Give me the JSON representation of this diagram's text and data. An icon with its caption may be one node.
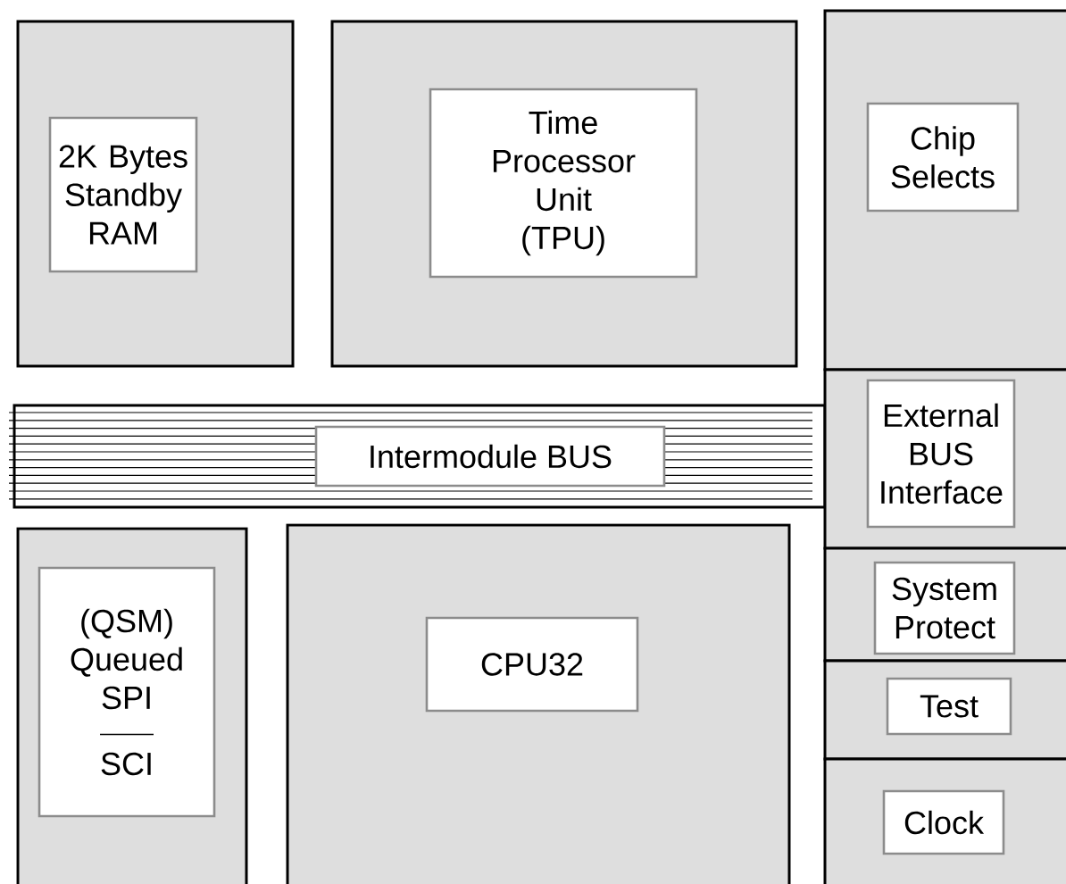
{
  "diagram": {
    "nodes": [
      {
        "text": [],
        "shape": "box"
      },
      {
        "text": [
          "2K Bytes Standby RAM"
        ],
        "in": 0
      },
      {
        "text": [],
        "shape": "box"
      },
      {
        "text": [
          "Time Processor Unit (TPU)"
        ],
        "in": 2
      },
      {
        "text": [],
        "shape": "box"
      },
      {
        "text": [
          "Chip Selects"
        ],
        "in": 4
      },
      {
        "text": [],
        "shape": "bar"
      },
      {
        "text": [
          "Intermodule BUS"
        ],
        "in": 6
      },
      {
        "text": [],
        "shape": "box"
      },
      {
        "text": [
          "External BUS Interface"
        ],
        "in": 8
      },
      {
        "text": [],
        "shape": "box"
      },
      {
        "text": [
          "(QSM) Queued SPI",
          "SCI"
        ],
        "in": 10
      },
      {
        "text": [],
        "shape": "box"
      },
      {
        "text": [
          "CPU32"
        ],
        "in": 12
      },
      {
        "text": [],
        "shape": "box"
      },
      {
        "text": [
          "System Protect"
        ],
        "in": 14
      },
      {
        "text": [],
        "shape": "box"
      },
      {
        "text": [
          "Test"
        ],
        "in": 16
      },
      {
        "text": [],
        "shape": "box"
      },
      {
        "text": [
          "Clock"
        ],
        "in": 18
      }
    ]
  }
}
